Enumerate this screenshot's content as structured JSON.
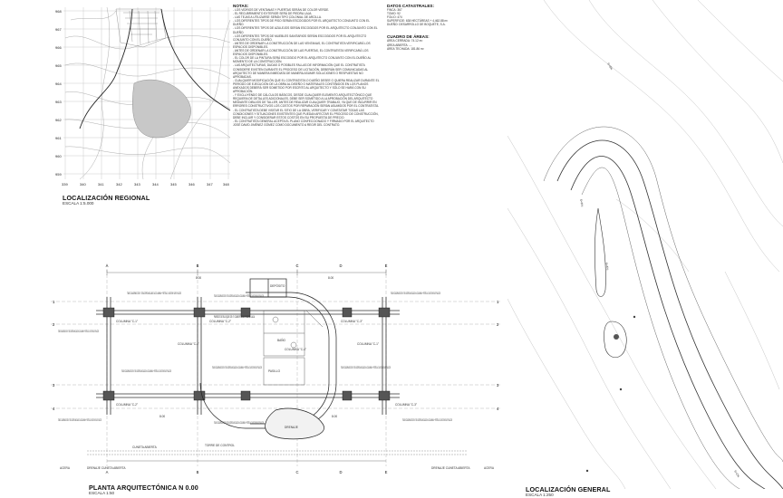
{
  "regional": {
    "title": "LOCALIZACIÓN REGIONAL",
    "scale": "ESCALA 1:5.000",
    "y_ticks": [
      "968",
      "967",
      "966",
      "965",
      "964",
      "963",
      "962",
      "961",
      "960",
      "959"
    ],
    "x_ticks": [
      "339",
      "340",
      "341",
      "342",
      "343",
      "344",
      "345",
      "346",
      "347",
      "348"
    ]
  },
  "notes": {
    "heading": "NOTAS:",
    "lines": [
      "- LOS VIDRIOS DE VENTANAS Y PUERTAS SERÁN DE COLOR VERDE.",
      "- EL RECUBRIMIENTO EXTERIOR SERÁ DE PIEDRA LAJA.",
      "- LAS TEJAS A UTILIZARSE SERÁN TIPO COLONIAL DE ARCILLA.",
      "- LOS DIFERENTES TIPOS DE PISO SERÁN ESCOGIDOS POR EL ARQUITECTO CONJUNTO CON EL DUEÑO.",
      "- LOS DIFERENTES TIPOS DE AZULEJOS SERÁN ESCOGIDOS POR EL ARQUITECTO CONJUNTO CON EL DUEÑO.",
      "- LOS DIFERENTES TIPOS DE MUEBLES SANITARIOS SERÁN ESCOGIDOS POR EL ARQUITECTO CONJUNTO CON EL DUEÑO.",
      "- ANTES DE ORDENAR LA CONSTRUCCIÓN DE LAS VENTANAS, EL CONTRATISTA VERIFICARÁ LOS ESPACIOS DISPONIBLES.",
      "- ANTES DE ORDENAR LA CONSTRUCCIÓN DE LAS PUERTAS, EL CONTRATISTA VERIFICARÁ LOS ESPACIOS DISPONIBLES.",
      "- EL COLOR DE LA PINTURA SERÁ ESCOGIDO POR EL ARQUITECTO CONJUNTO CON EL DUEÑO AL MOMENTO DE LA CONSTRUCCIÓN.",
      "- LAS ARQUITECTURAS, DUDAS O POSIBLES FALLAS DE INFORMACIÓN QUE EL CONTRATISTA CONSIDERE EXISTEN DURANTE EL PROCESO DE LICITACIÓN, DEBERÁN SER COMUNICADAS AL ARQUITECTO DE MANERA INMEDIATA DE MANERA ASUMIR SOLUCIONES O RESPUESTAS NO APROBADAS.",
      "- CUALQUIER MODIFICACIÓN QUE EL CONTRATISTA O DUEÑO DESEE O QUIERA REALIZAR DURANTE EL PERÍODO DE EJECUCIÓN DE LA OBRA AL DISEÑO O MATERIALES CONTENIDOS EN LOS PLANOS ANEXADOS DEBERÁ SER SOMETIDO POR ESCRITO AL ARQUITECTO Y SÓLO SE HARÁ CON SU APROBACIÓN.",
      "- Y EXCLUYENDO DE CÁLCULOS BÁSICOS, DESDE CUALQUIER ELEMENTO ARQUITECTÓNICO QUE REQUIERA DE DETALLES ADICIONALES, DEBE SER SOMETIDO A LA APROBACIÓN DEL ARQUITECTO MEDIANTE DIBUJOS DE TALLER, ANTES DE REALIZAR CUALQUIER TRABAJO, YA QUE DE INCURRIR EN ERRORES CONSTRUCTIVOS LOS COSTOS POR REPARACIÓN SERÁN ASUMIDOS POR EL CONTRATISTA.",
      "- EL CONTRATISTA DEBE VISITAR EL SITIO DE LA OBRA, VERIFICAR Y CONSTATAR TODAS LAS CONDICIONES Y SITUACIONES EXISTENTES QUE PUEDAN AFECTAR EL PROCESO DE CONSTRUCCIÓN, DEBE INCLUIR Y CONSIDERAR ESTOS COSTOS EN SU PROPUESTA DE PRECIO.",
      "- EL CONTRATISTA GENERAL ACEPTA EL PLANO CONFECCIONADO Y FIRMADO POR EL ARQUITECTO JOSÉ DAVID JIMÉNEZ GÓMEZ COMO DOCUMENTO A REGIR DEL CONTRATO."
    ]
  },
  "catastral": {
    "heading": "DATOS CATASTRALES:",
    "lines": [
      "FINCA: 367",
      "TOMO: 92",
      "FOLIO: 474",
      "SUPERFICIE: 638 HECTÁREAS + 4,462.88 m²",
      "DUEÑO: DESARROLLO DE BOQUETE, S.A."
    ]
  },
  "areas": {
    "heading": "CUADRO DE ÁREAS:",
    "lines": [
      "ÁREA CERRADA: 74.12 m²",
      "ÁREA ABIERTA: ---",
      "ÁREA TECHADA: 181.86 m²"
    ]
  },
  "plan": {
    "title": "PLANTA ARQUITECTÓNICA N 0.00",
    "scale": "ESCALA 1:50",
    "axes_letters": [
      "A",
      "B",
      "C",
      "D",
      "E"
    ],
    "axes_numbers": [
      "1",
      "2",
      "3",
      "4"
    ],
    "dims": [
      "8.00",
      "8.00"
    ],
    "column_labels": [
      "COLUMNA \"C-1\"",
      "COLUMNA \"C-2\"",
      "COLUMNA \"C-3\"",
      "COLUMNA \"C-4\""
    ],
    "tube_note": "TUBO CUADRADO DE 4\" DE ACERO ANCLADO A COLUMNA + RETELLO LISO EN SUS FLACOS",
    "wall_note": "PAREDE DE BLOQUE DE 4\" CUBIERTA DE PIEDRA LAJA",
    "labels": [
      "DEPÓSITO",
      "BAÑO",
      "DRENAJE",
      "PASILLO",
      "CUNETA ABIERTA",
      "DRENAJE CUNETA ABIERTA",
      "TORRE DE CONTROL",
      "ACERA"
    ]
  },
  "general": {
    "title": "LOCALIZACIÓN GENERAL",
    "scale": "ESCALA 1:250",
    "road_labels": [
      "S=8%",
      "S=6%",
      "S=4%",
      "S=2%"
    ]
  }
}
